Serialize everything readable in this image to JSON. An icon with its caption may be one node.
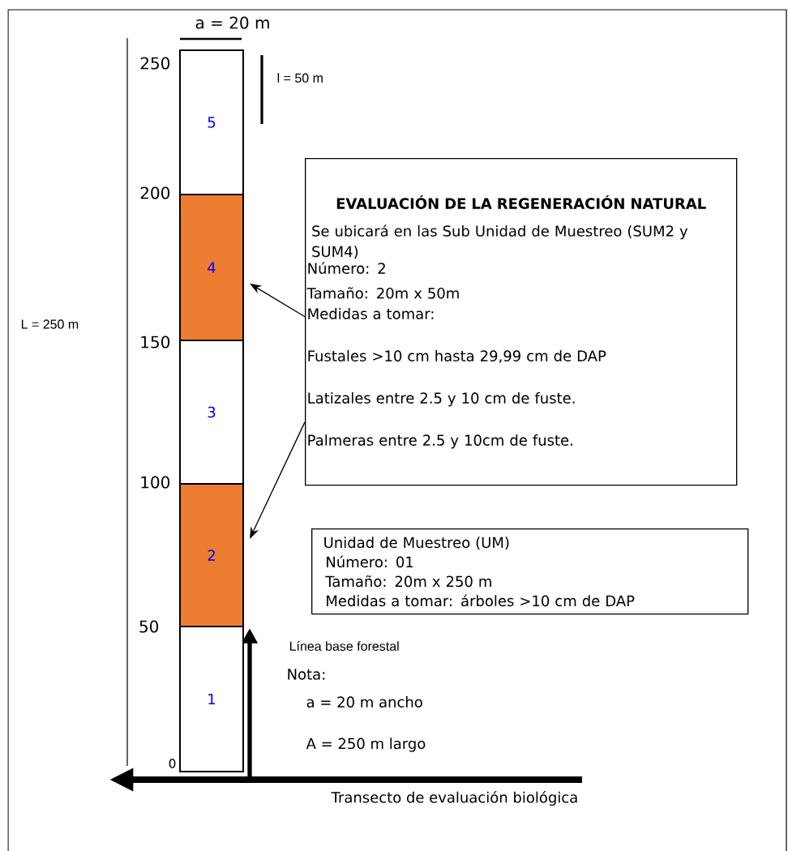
{
  "diagram": {
    "nodes": [
      {
        "text": [
          "5"
        ]
      },
      {
        "text": [
          "4"
        ]
      },
      {
        "text": [
          "3"
        ]
      },
      {
        "text": [
          "2"
        ]
      },
      {
        "text": [
          "1"
        ]
      },
      {
        "text": [
          "EVALUACIÓN DE LA REGENERACIÓN NATURAL",
          "Se ubicará en las Sub Unidad de Muestreo (SUM2 y SUM4)",
          "Número: 2",
          "Tamaño: 20m x 50m",
          "Medidas a tomar:",
          "Fustales >10 cm hasta 29,99 cm de DAP",
          "Latizales entre 2.5 y 10 cm de fuste.",
          "Palmeras entre 2.5 y 10cm de fuste."
        ]
      },
      {
        "text": [
          "Unidad de Muestreo (UM)",
          "Número: 01",
          "Tamaño: 20m x 250 m",
          "Medidas a tomar: árboles >10 cm de DAP"
        ]
      }
    ],
    "edges": [
      {
        "from": 5,
        "to": 1,
        "arrow": "to"
      },
      {
        "from": 5,
        "to": 3,
        "arrow": "to"
      }
    ],
    "labels": [
      "a = 20 m",
      "250",
      "l = 50 m",
      "200",
      "L = 250 m",
      "150",
      "100",
      "50",
      "Línea base forestal",
      "Nota:",
      "a = 20 m ancho",
      "A = 250 m largo",
      "0",
      "Transecto de evaluación biológica"
    ]
  }
}
